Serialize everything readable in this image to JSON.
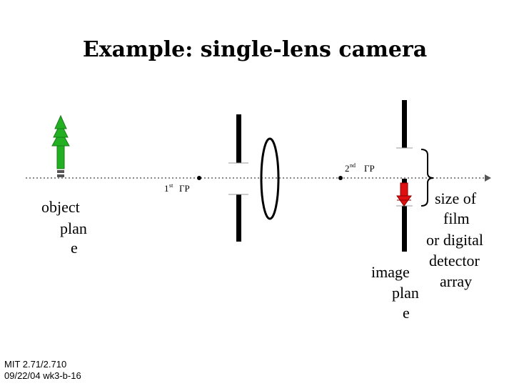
{
  "title": "Example: single-lens camera",
  "labels": {
    "first_fp_num": "1",
    "first_fp_sup": "st",
    "first_fp_text": "ΓP",
    "second_fp_num": "2",
    "second_fp_sup": "nd",
    "second_fp_text": "ΓP",
    "object_plane": [
      "object",
      "plan",
      "e"
    ],
    "image_plane": [
      "image",
      "plan",
      "e"
    ],
    "detector": [
      "size of",
      "film",
      "or digital",
      "detector",
      "array"
    ]
  },
  "footer": {
    "line1": "MIT 2.71/2.710",
    "line2": "09/22/04 wk3-b-16"
  },
  "colors": {
    "object_arrow": "#22b022",
    "image_arrow": "#e01010",
    "axis": "#888888"
  }
}
